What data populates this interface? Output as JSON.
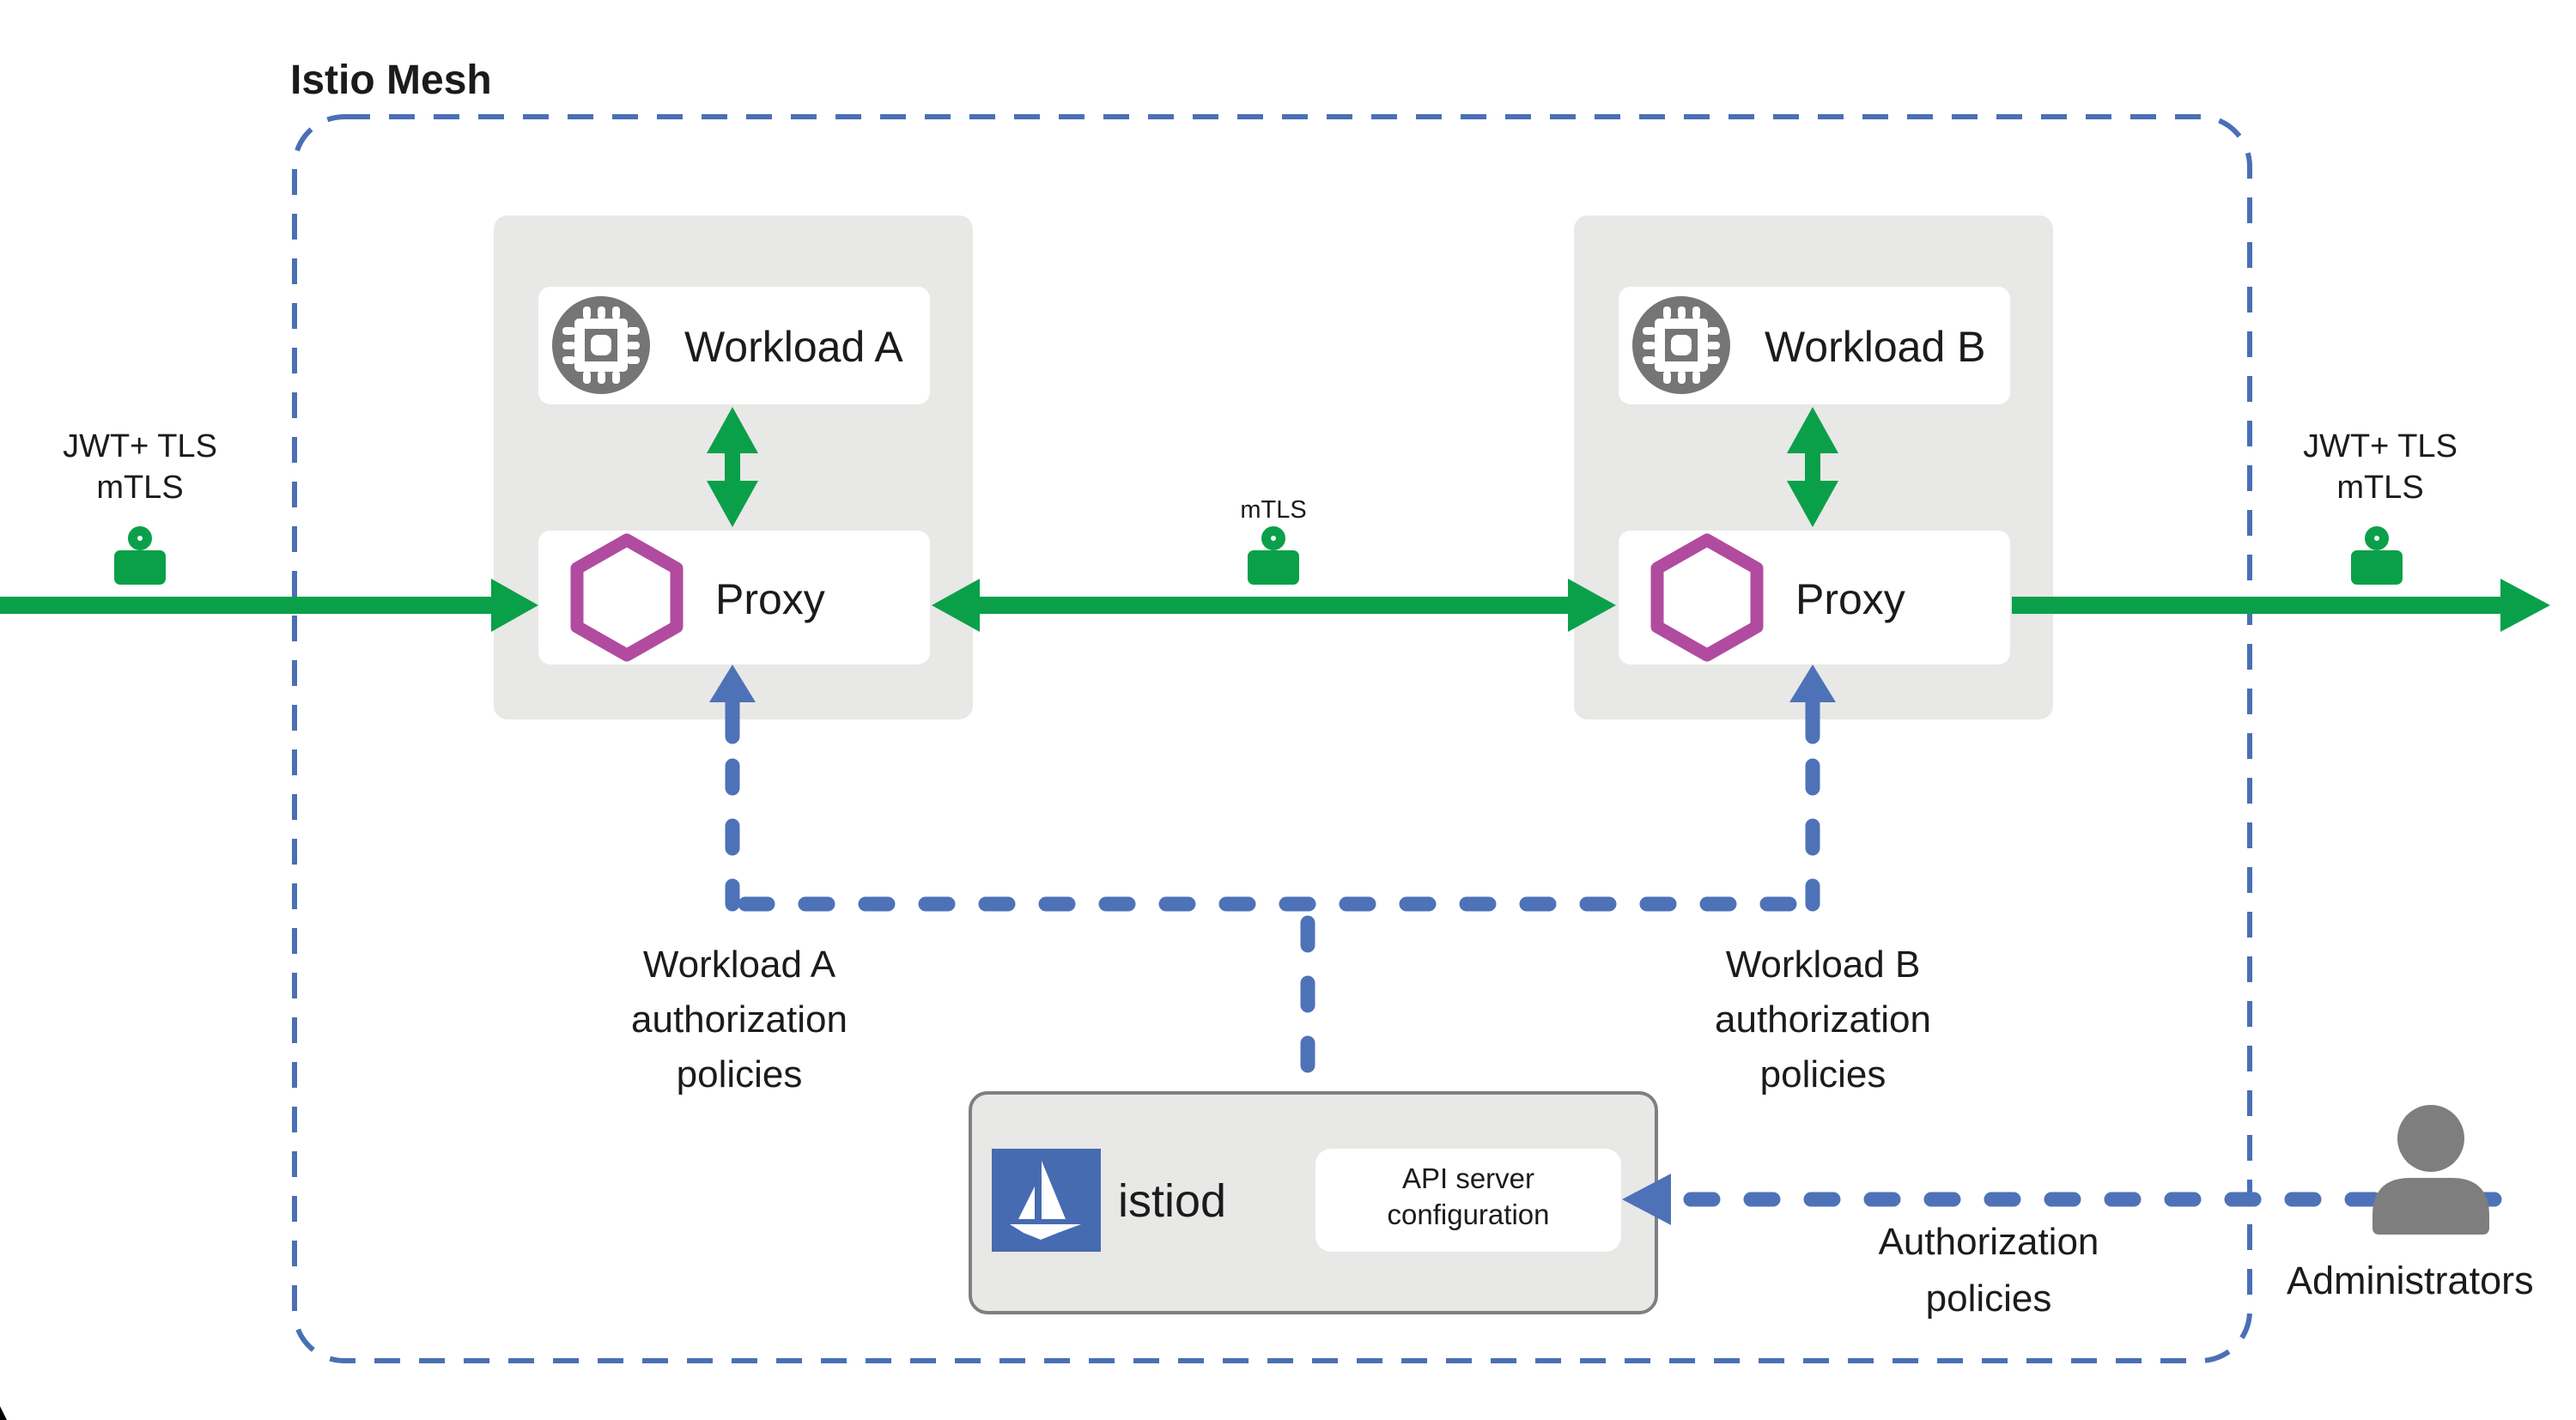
{
  "title": "Istio Mesh",
  "edge_labels": {
    "left": "JWT+ TLS\nmTLS",
    "right": "JWT+ TLS\nmTLS",
    "center": "mTLS"
  },
  "workloads": {
    "a": {
      "name": "Workload A",
      "proxy": "Proxy"
    },
    "b": {
      "name": "Workload B",
      "proxy": "Proxy"
    }
  },
  "policies": {
    "workload_a": "Workload A\nauthorization\npolicies",
    "workload_b": "Workload B\nauthorization\npolicies",
    "admin": "Authorization\npolicies"
  },
  "istiod": {
    "name": "istiod",
    "api": "API server\nconfiguration"
  },
  "administrators": "Administrators",
  "colors": {
    "green": "#0aa04a",
    "policy_dash_blue": "#4e72b8",
    "mesh_border_blue": "#4a6fb5",
    "proxy_purple": "#b14ba0",
    "istio_logo_blue": "#466bb0",
    "container_gray": "#e8e8e6",
    "icon_gray": "#757575",
    "istiod_border_gray": "#7f7f7f"
  }
}
